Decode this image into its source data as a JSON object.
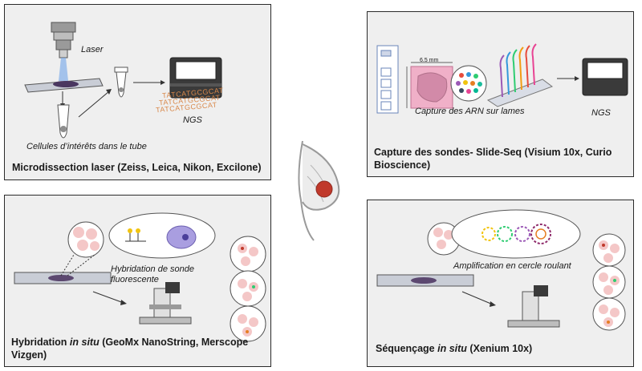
{
  "panels": {
    "lcm": {
      "laser_label": "Laser",
      "cells_label": "Cellules d’intérêts dans le tube",
      "ngs_label": "NGS",
      "seq_text": "TATCATGCGCAT",
      "caption": "Microdissection laser (Zeiss, Leica, Nikon, Excilone)"
    },
    "slideseq": {
      "dim_label": "6.5 mm",
      "capture_label": "Capture des ARN sur lames",
      "ngs_label": "NGS",
      "caption": "Capture des sondes- Slide-Seq (Visium 10x, Curio Bioscience)"
    },
    "ish": {
      "hyb_label": "Hybridation de sonde fluorescente",
      "caption_pre": "Hybridation ",
      "caption_em": "in situ",
      "caption_post": " (GeoMx NanoString, Merscope Vizgen)"
    },
    "iss": {
      "amp_label": "Amplification en cercle roulant",
      "caption_pre": "Séquençage ",
      "caption_em": "in situ",
      "caption_post": " (Xenium 10x)"
    }
  },
  "colors": {
    "panel_bg": "#efefef",
    "tissue": "#6d5a7a",
    "tumor": "#c0392b",
    "seq_text": "#d9884a",
    "nucleus": "#6c5fb0"
  }
}
